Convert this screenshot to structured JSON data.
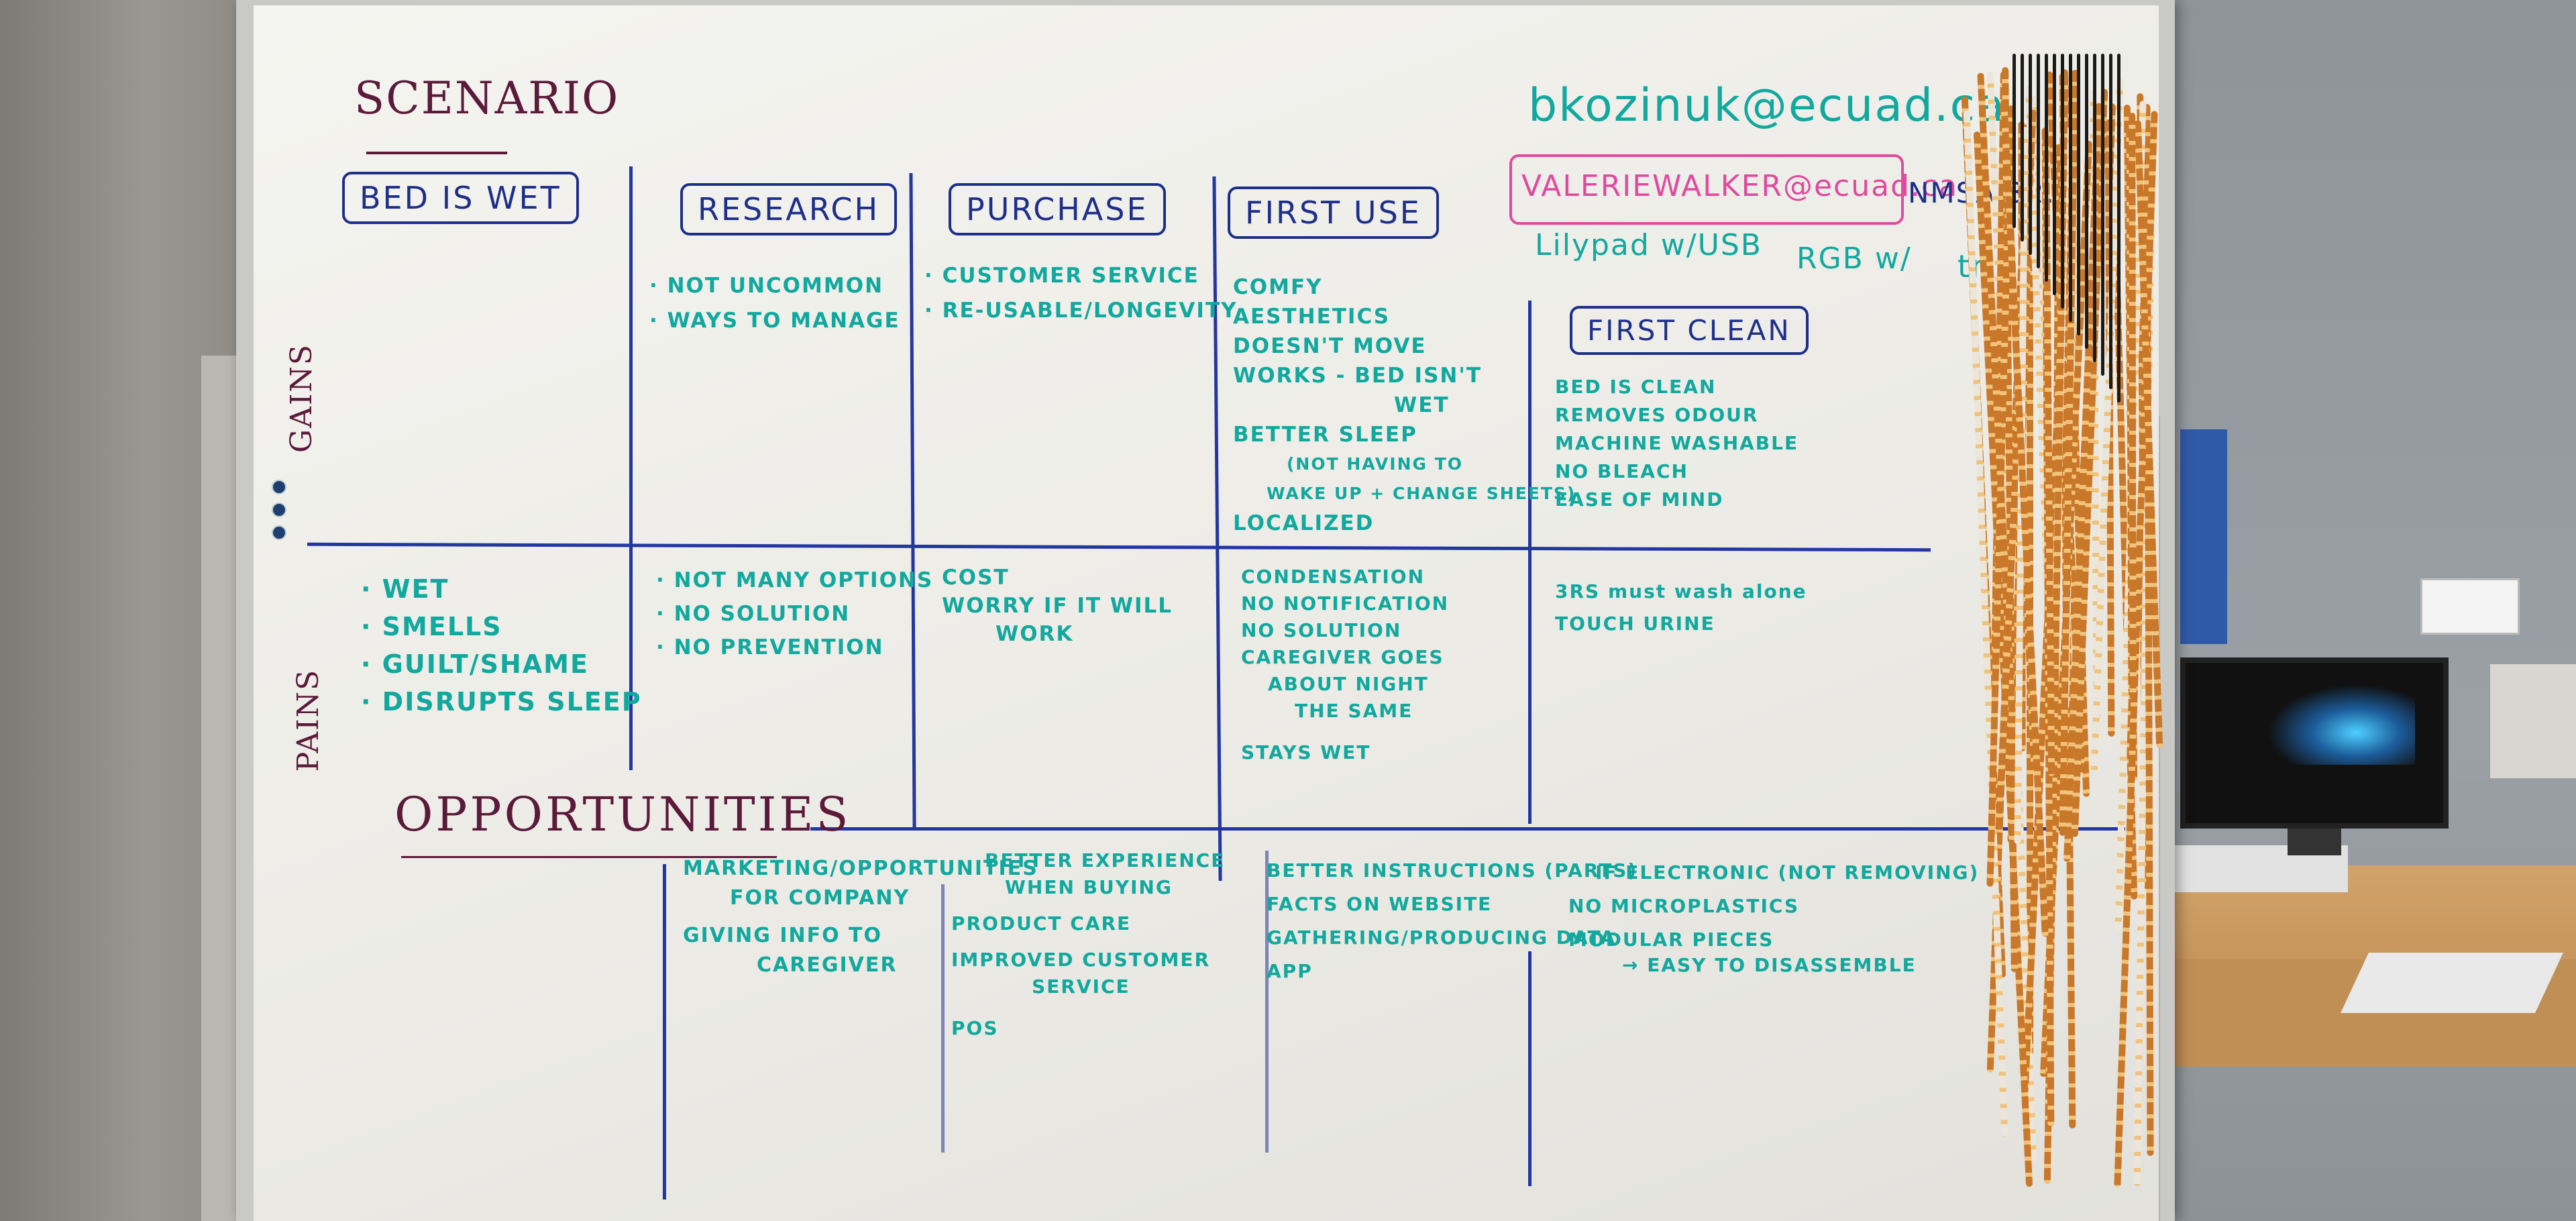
{
  "scenario_label": "SCENARIO",
  "row_labels": {
    "gains": "GAINS",
    "pains": "PAINS"
  },
  "stages": {
    "bed_is_wet": {
      "title": "BED IS WET",
      "pains": [
        "WET",
        "SMELLS",
        "GUILT/SHAME",
        "DISRUPTS SLEEP"
      ]
    },
    "research": {
      "title": "RESEARCH",
      "gains": [
        "NOT UNCOMMON",
        "WAYS TO MANAGE"
      ],
      "pains": [
        "NOT MANY OPTIONS",
        "NO SOLUTION",
        "NO PREVENTION"
      ]
    },
    "purchase": {
      "title": "PURCHASE",
      "gains": [
        "CUSTOMER SERVICE",
        "RE-USABLE/LONGEVITY"
      ],
      "pains": [
        "COST",
        "WORRY IF IT WILL",
        "WORK"
      ]
    },
    "first_use": {
      "title": "FIRST USE",
      "gains": [
        "COMFY",
        "AESTHETICS",
        "DOESN'T MOVE",
        "WORKS - BED ISN'T",
        "WET",
        "BETTER SLEEP",
        "(NOT HAVING TO",
        "WAKE UP + CHANGE SHEETS)",
        "LOCALIZED"
      ],
      "pains": [
        "CONDENSATION",
        "NO NOTIFICATION",
        "NO SOLUTION",
        "CAREGIVER GOES",
        "ABOUT NIGHT",
        "THE SAME",
        "STAYS WET"
      ]
    },
    "first_clean": {
      "title": "FIRST CLEAN",
      "gains": [
        "BED IS CLEAN",
        "REMOVES ODOUR",
        "MACHINE WASHABLE",
        "NO BLEACH",
        "EASE OF MIND"
      ],
      "pains": [
        "3RS must wash alone",
        "TOUCH URINE"
      ]
    }
  },
  "opportunities": {
    "title": "OPPORTUNITIES",
    "col1": [
      "MARKETING/OPPORTUNITIES",
      "FOR COMPANY",
      "GIVING INFO TO",
      "CAREGIVER"
    ],
    "col2": [
      "BETTER EXPERIENCE",
      "WHEN BUYING",
      "PRODUCT CARE",
      "IMPROVED CUSTOMER",
      "SERVICE",
      "POS"
    ],
    "col3": [
      "BETTER INSTRUCTIONS (PARTS)",
      "FACTS ON WEBSITE",
      "GATHERING/PRODUCING DATA",
      "APP"
    ],
    "col4": [
      "IF ELECTRONIC (NOT REMOVING)",
      "NO MICROPLASTICS",
      "MODULAR PIECES",
      "→ EASY TO DISASSEMBLE"
    ]
  },
  "contacts": {
    "email1": "bkozinuk@ecuad.ca",
    "email2": "VALERIEWALKER@ecuad.ca",
    "room": "NMSA 32.6",
    "note1": "Lilypad w/USB",
    "note2": "RGB w/",
    "note3": "trio"
  },
  "colors": {
    "teal_marker": "#11a89e",
    "navy_marker": "#1e2f8a",
    "maroon_marker": "#5b1a3a",
    "pink_marker": "#e04a9e"
  }
}
